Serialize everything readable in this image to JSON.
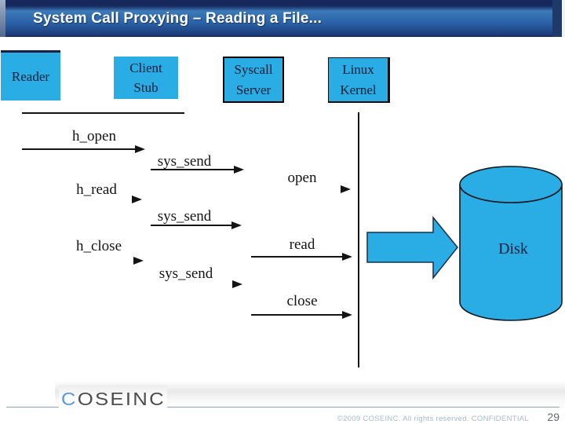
{
  "slide": {
    "title": "System Call Proxying – Reading a File..."
  },
  "actors": {
    "reader": {
      "label": "Reader"
    },
    "client_stub": {
      "line1": "Client",
      "line2": "Stub"
    },
    "syscall_server": {
      "line1": "Syscall",
      "line2": "Server"
    },
    "linux_kernel": {
      "line1": "Linux",
      "line2": "Kernel"
    }
  },
  "messages": {
    "h_open": "h_open",
    "sys_send_1": "sys_send",
    "h_read": "h_read",
    "sys_send_2": "sys_send",
    "h_close": "h_close",
    "sys_send_3": "sys_send",
    "open": "open",
    "read": "read",
    "close": "close"
  },
  "disk": {
    "label": "Disk"
  },
  "footer": {
    "logo_c": "C",
    "logo_rest": "OSEINC",
    "copyright": "©2009 COSEINC. All rights reserved. CONFIDENTIAL",
    "page_number": "29"
  },
  "colors": {
    "shape_fill": "#29ade4",
    "title_bar_top": "#17285c",
    "title_bar_mid": "#2a61a7",
    "line_color": "#141414",
    "logo_c_color": "#5b9bd5",
    "logo_text_color": "#4d4d4d",
    "footer_text_color": "#a6bacd"
  }
}
